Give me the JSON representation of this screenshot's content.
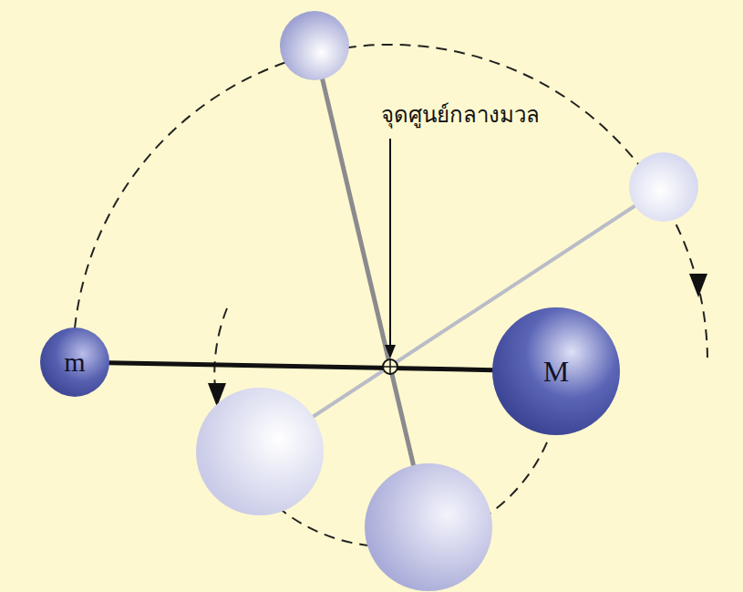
{
  "diagram": {
    "nodes": [
      {
        "text": [
          "m"
        ]
      },
      {
        "text": [
          "M"
        ]
      }
    ],
    "edges": [
      {
        "from": 0,
        "to": 1,
        "arrow": "none"
      }
    ],
    "labels": [
      "จุดศูนย์กลางมวล"
    ]
  }
}
